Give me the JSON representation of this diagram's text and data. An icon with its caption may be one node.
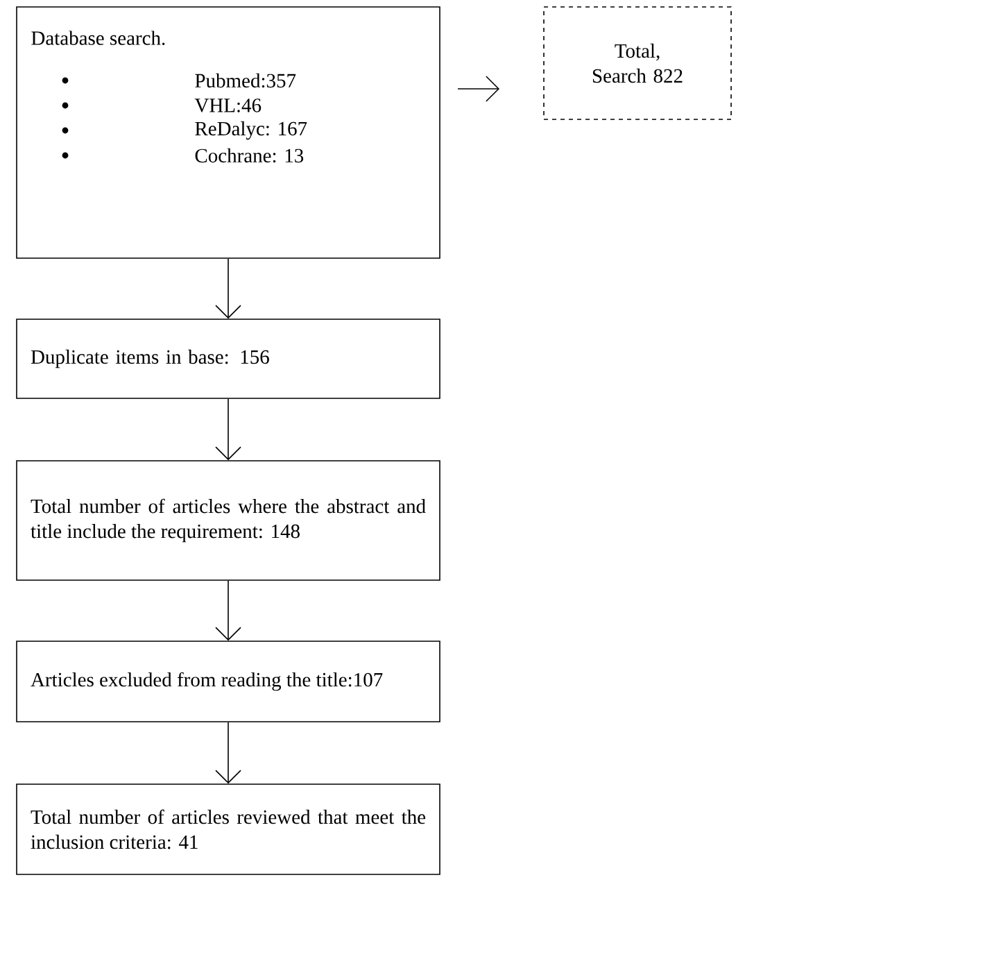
{
  "diagram": {
    "nodes": [
      {
        "text": [
          "Database search.",
          "Pubmed:357",
          "VHL:46",
          "ReDalyc: 167",
          "Cochrane: 13"
        ]
      },
      {
        "text": [
          "Total, Search 822"
        ]
      },
      {
        "text": [
          "Duplicate items in base: 156"
        ]
      },
      {
        "text": [
          "Total number of articles where the abstract and title include the requirement: 148"
        ]
      },
      {
        "text": [
          "Articles excluded from reading the title:107"
        ]
      },
      {
        "text": [
          "Total number of articles reviewed that meet the inclusion criteria: 41"
        ]
      }
    ],
    "edges": [
      {
        "from": 0,
        "to": 1,
        "arrow": "to"
      },
      {
        "from": 0,
        "to": 2,
        "arrow": "to"
      },
      {
        "from": 2,
        "to": 3,
        "arrow": "to"
      },
      {
        "from": 3,
        "to": 4,
        "arrow": "to"
      },
      {
        "from": 4,
        "to": 5,
        "arrow": "to"
      }
    ]
  }
}
